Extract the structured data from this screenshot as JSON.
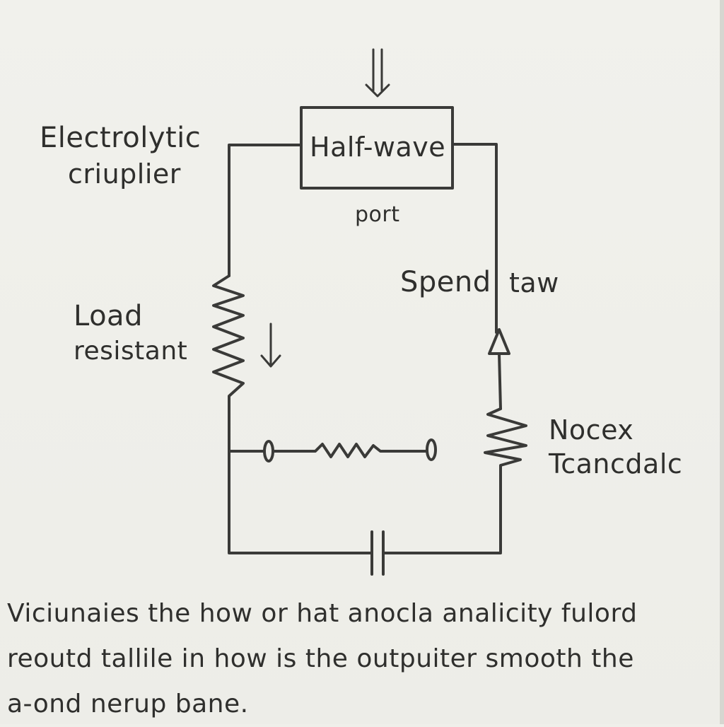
{
  "labels": {
    "rectifier_box": "Half-wave",
    "capacitor": [
      "Electrolytic",
      "criuplier"
    ],
    "port": "port",
    "speed": "Spend",
    "taw": "taw",
    "load": [
      "Load",
      "resistant"
    ],
    "noise": [
      "Nocex",
      "Tcancdalc"
    ]
  },
  "caption": [
    "Viciunaies the how or hat anocla analicity fulord",
    "reoutd tallile in how is the outpuiter smooth the",
    "a-ond nerup bane."
  ],
  "colors": {
    "ink": "#3a3a38",
    "paper": "#efefea"
  }
}
